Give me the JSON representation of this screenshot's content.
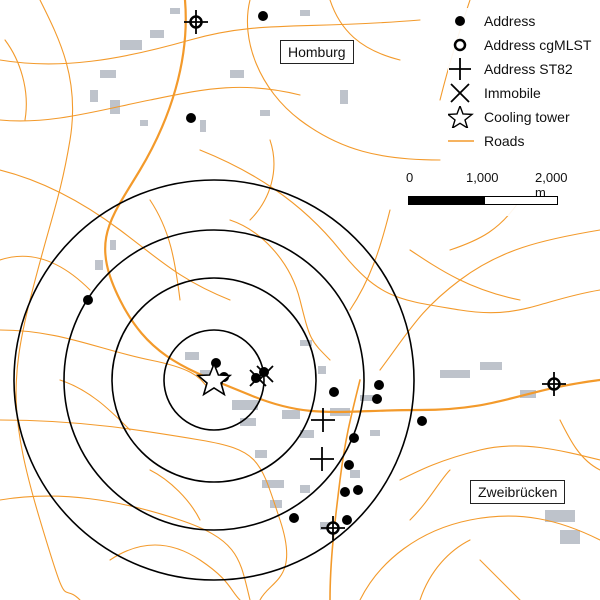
{
  "places": [
    {
      "name": "Homburg"
    },
    {
      "name": "Zweibrücken"
    }
  ],
  "legend": {
    "items": [
      {
        "label": "Address",
        "icon": "filled-circle-icon"
      },
      {
        "label": "Address cgMLST",
        "icon": "open-circle-icon"
      },
      {
        "label": "Address ST82",
        "icon": "cross-icon"
      },
      {
        "label": "Immobile",
        "icon": "x-icon"
      },
      {
        "label": "Cooling tower",
        "icon": "star-icon"
      },
      {
        "label": "Roads",
        "icon": "road-line-icon"
      }
    ]
  },
  "scale": {
    "labels": [
      "0",
      "1,000",
      "2,000 m"
    ]
  },
  "colors": {
    "roads": "#f39a2b",
    "urban": "#a9afba",
    "rings": "#000000",
    "markers": "#000000"
  }
}
